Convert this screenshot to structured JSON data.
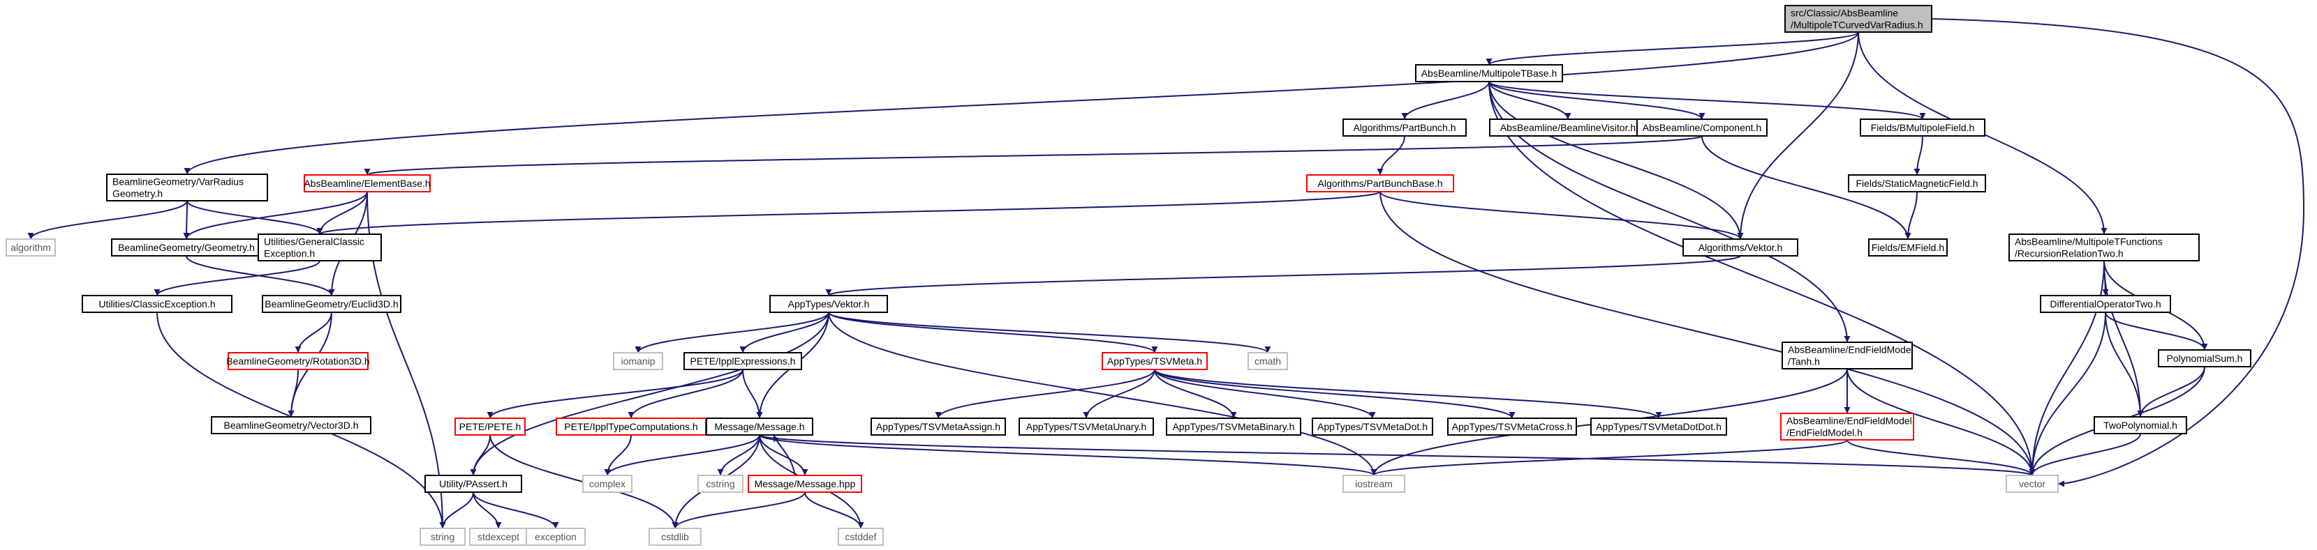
{
  "diagram": {
    "colors": {
      "edge": "#191970",
      "root_fill": "#bfbfbf",
      "red_border": "#ff0000",
      "grey_border": "#bfbfbf",
      "black_border": "#000000"
    },
    "nodes": [
      {
        "id": "root",
        "style": "root",
        "lines": [
          "src/Classic/AbsBeamline",
          "/MultipoleTCurvedVarRadius.h"
        ]
      },
      {
        "id": "mtb",
        "style": "black",
        "lines": [
          "AbsBeamline/MultipoleTBase.h"
        ]
      },
      {
        "id": "vrg",
        "style": "black",
        "lines": [
          "BeamlineGeometry/VarRadius",
          "Geometry.h"
        ]
      },
      {
        "id": "eb",
        "style": "red",
        "lines": [
          "AbsBeamline/ElementBase.h"
        ]
      },
      {
        "id": "alg",
        "style": "grey",
        "lines": [
          "algorithm"
        ]
      },
      {
        "id": "geo",
        "style": "black",
        "lines": [
          "BeamlineGeometry/Geometry.h"
        ]
      },
      {
        "id": "gce",
        "style": "black",
        "lines": [
          "Utilities/GeneralClassic",
          "Exception.h"
        ]
      },
      {
        "id": "ce",
        "style": "black",
        "lines": [
          "Utilities/ClassicException.h"
        ]
      },
      {
        "id": "e3d",
        "style": "black",
        "lines": [
          "BeamlineGeometry/Euclid3D.h"
        ]
      },
      {
        "id": "r3d",
        "style": "red",
        "lines": [
          "BeamlineGeometry/Rotation3D.h"
        ]
      },
      {
        "id": "v3d",
        "style": "black",
        "lines": [
          "BeamlineGeometry/Vector3D.h"
        ]
      },
      {
        "id": "pb",
        "style": "black",
        "lines": [
          "Algorithms/PartBunch.h"
        ]
      },
      {
        "id": "pbb",
        "style": "red",
        "lines": [
          "Algorithms/PartBunchBase.h"
        ]
      },
      {
        "id": "blv",
        "style": "black",
        "lines": [
          "AbsBeamline/BeamlineVisitor.h"
        ]
      },
      {
        "id": "comp",
        "style": "black",
        "lines": [
          "AbsBeamline/Component.h"
        ]
      },
      {
        "id": "bmf",
        "style": "black",
        "lines": [
          "Fields/BMultipoleField.h"
        ]
      },
      {
        "id": "smf",
        "style": "black",
        "lines": [
          "Fields/StaticMagneticField.h"
        ]
      },
      {
        "id": "emf",
        "style": "black",
        "lines": [
          "Fields/EMField.h"
        ]
      },
      {
        "id": "avek",
        "style": "black",
        "lines": [
          "Algorithms/Vektor.h"
        ]
      },
      {
        "id": "rrt",
        "style": "black",
        "lines": [
          "AbsBeamline/MultipoleTFunctions",
          "/RecursionRelationTwo.h"
        ]
      },
      {
        "id": "dot",
        "style": "black",
        "lines": [
          "DifferentialOperatorTwo.h"
        ]
      },
      {
        "id": "psum",
        "style": "black",
        "lines": [
          "PolynomialSum.h"
        ]
      },
      {
        "id": "tpoly",
        "style": "black",
        "lines": [
          "TwoPolynomial.h"
        ]
      },
      {
        "id": "vector",
        "style": "grey",
        "lines": [
          "vector"
        ]
      },
      {
        "id": "tanh",
        "style": "black",
        "lines": [
          "AbsBeamline/EndFieldModel",
          "/Tanh.h"
        ]
      },
      {
        "id": "efm",
        "style": "red",
        "lines": [
          "AbsBeamline/EndFieldModel",
          "/EndFieldModel.h"
        ]
      },
      {
        "id": "atv",
        "style": "black",
        "lines": [
          "AppTypes/Vektor.h"
        ]
      },
      {
        "id": "iomanip",
        "style": "grey",
        "lines": [
          "iomanip"
        ]
      },
      {
        "id": "ippe",
        "style": "black",
        "lines": [
          "PETE/IpplExpressions.h"
        ]
      },
      {
        "id": "tsvm",
        "style": "red",
        "lines": [
          "AppTypes/TSVMeta.h"
        ]
      },
      {
        "id": "cmath",
        "style": "grey",
        "lines": [
          "cmath"
        ]
      },
      {
        "id": "pete",
        "style": "red",
        "lines": [
          "PETE/PETE.h"
        ]
      },
      {
        "id": "iptc",
        "style": "red",
        "lines": [
          "PETE/IpplTypeComputations.h"
        ]
      },
      {
        "id": "msg",
        "style": "black",
        "lines": [
          "Message/Message.h"
        ]
      },
      {
        "id": "msghpp",
        "style": "red",
        "lines": [
          "Message/Message.hpp"
        ]
      },
      {
        "id": "passert",
        "style": "black",
        "lines": [
          "Utility/PAssert.h"
        ]
      },
      {
        "id": "string",
        "style": "grey",
        "lines": [
          "string"
        ]
      },
      {
        "id": "stdexcept",
        "style": "grey",
        "lines": [
          "stdexcept"
        ]
      },
      {
        "id": "exception",
        "style": "grey",
        "lines": [
          "exception"
        ]
      },
      {
        "id": "cstdlib",
        "style": "grey",
        "lines": [
          "cstdlib"
        ]
      },
      {
        "id": "complex",
        "style": "grey",
        "lines": [
          "complex"
        ]
      },
      {
        "id": "cstring",
        "style": "grey",
        "lines": [
          "cstring"
        ]
      },
      {
        "id": "cstddef",
        "style": "grey",
        "lines": [
          "cstddef"
        ]
      },
      {
        "id": "iostream",
        "style": "grey",
        "lines": [
          "iostream"
        ]
      },
      {
        "id": "tsvassign",
        "style": "black",
        "lines": [
          "AppTypes/TSVMetaAssign.h"
        ]
      },
      {
        "id": "tsvunary",
        "style": "black",
        "lines": [
          "AppTypes/TSVMetaUnary.h"
        ]
      },
      {
        "id": "tsvbinary",
        "style": "black",
        "lines": [
          "AppTypes/TSVMetaBinary.h"
        ]
      },
      {
        "id": "tsvdot",
        "style": "black",
        "lines": [
          "AppTypes/TSVMetaDot.h"
        ]
      },
      {
        "id": "tsvcross",
        "style": "black",
        "lines": [
          "AppTypes/TSVMetaCross.h"
        ]
      },
      {
        "id": "tsvdotdot",
        "style": "black",
        "lines": [
          "AppTypes/TSVMetaDotDot.h"
        ]
      }
    ],
    "edges": [
      [
        "root",
        "mtb"
      ],
      [
        "root",
        "vrg"
      ],
      [
        "root",
        "avek"
      ],
      [
        "root",
        "rrt"
      ],
      [
        "root",
        "vector"
      ],
      [
        "mtb",
        "pb"
      ],
      [
        "mtb",
        "blv"
      ],
      [
        "mtb",
        "comp"
      ],
      [
        "mtb",
        "bmf"
      ],
      [
        "mtb",
        "avek"
      ],
      [
        "mtb",
        "tanh"
      ],
      [
        "mtb",
        "vector"
      ],
      [
        "pb",
        "pbb"
      ],
      [
        "pbb",
        "gce"
      ],
      [
        "pbb",
        "avek"
      ],
      [
        "pbb",
        "vector"
      ],
      [
        "comp",
        "eb"
      ],
      [
        "comp",
        "emf"
      ],
      [
        "bmf",
        "smf"
      ],
      [
        "smf",
        "emf"
      ],
      [
        "vrg",
        "alg"
      ],
      [
        "vrg",
        "geo"
      ],
      [
        "vrg",
        "gce"
      ],
      [
        "eb",
        "geo"
      ],
      [
        "eb",
        "gce"
      ],
      [
        "eb",
        "e3d"
      ],
      [
        "eb",
        "string"
      ],
      [
        "geo",
        "e3d"
      ],
      [
        "gce",
        "ce"
      ],
      [
        "ce",
        "string"
      ],
      [
        "e3d",
        "r3d"
      ],
      [
        "e3d",
        "v3d"
      ],
      [
        "r3d",
        "v3d"
      ],
      [
        "avek",
        "atv"
      ],
      [
        "atv",
        "iomanip"
      ],
      [
        "atv",
        "ippe"
      ],
      [
        "atv",
        "tsvm"
      ],
      [
        "atv",
        "cmath"
      ],
      [
        "atv",
        "msg"
      ],
      [
        "atv",
        "passert"
      ],
      [
        "atv",
        "iostream"
      ],
      [
        "ippe",
        "pete"
      ],
      [
        "ippe",
        "iptc"
      ],
      [
        "ippe",
        "msg"
      ],
      [
        "iptc",
        "complex"
      ],
      [
        "pete",
        "passert"
      ],
      [
        "pete",
        "cstdlib"
      ],
      [
        "passert",
        "string"
      ],
      [
        "passert",
        "stdexcept"
      ],
      [
        "passert",
        "exception"
      ],
      [
        "msg",
        "complex"
      ],
      [
        "msg",
        "cstring"
      ],
      [
        "msg",
        "cstdlib"
      ],
      [
        "msg",
        "msghpp"
      ],
      [
        "msg",
        "cstddef"
      ],
      [
        "msg",
        "iostream"
      ],
      [
        "msg",
        "vector"
      ],
      [
        "msghpp",
        "msg"
      ],
      [
        "msghpp",
        "cstdlib"
      ],
      [
        "msghpp",
        "cstddef"
      ],
      [
        "tsvm",
        "tsvassign"
      ],
      [
        "tsvm",
        "tsvunary"
      ],
      [
        "tsvm",
        "tsvbinary"
      ],
      [
        "tsvm",
        "tsvdot"
      ],
      [
        "tsvm",
        "tsvcross"
      ],
      [
        "tsvm",
        "tsvdotdot"
      ],
      [
        "tanh",
        "efm"
      ],
      [
        "tanh",
        "iostream"
      ],
      [
        "tanh",
        "vector"
      ],
      [
        "efm",
        "iostream"
      ],
      [
        "efm",
        "vector"
      ],
      [
        "rrt",
        "dot"
      ],
      [
        "rrt",
        "psum"
      ],
      [
        "rrt",
        "tpoly"
      ],
      [
        "rrt",
        "vector"
      ],
      [
        "dot",
        "psum"
      ],
      [
        "dot",
        "tpoly"
      ],
      [
        "dot",
        "vector"
      ],
      [
        "psum",
        "tpoly"
      ],
      [
        "psum",
        "vector"
      ],
      [
        "tpoly",
        "vector"
      ]
    ]
  }
}
